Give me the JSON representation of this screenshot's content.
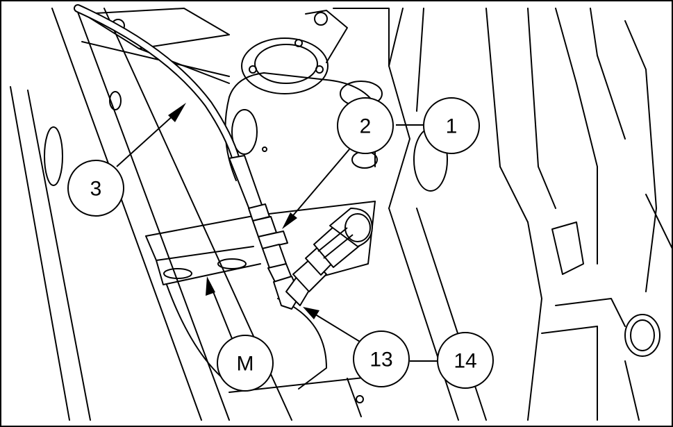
{
  "callouts": {
    "c1": "1",
    "c2": "2",
    "c3": "3",
    "c13": "13",
    "c14": "14",
    "cM": "M"
  }
}
